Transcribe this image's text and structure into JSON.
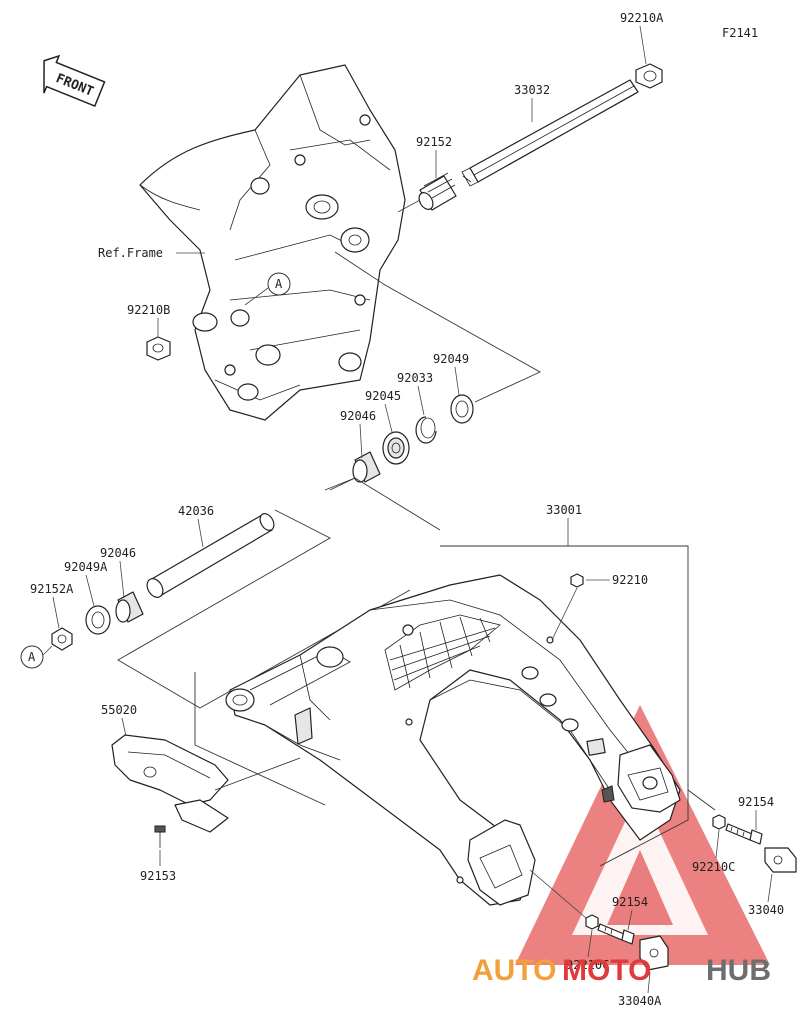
{
  "figure_code": "F2141",
  "front_label": "FRONT",
  "ref_frame_label": "Ref.Frame",
  "circle_ref": "A",
  "watermark": {
    "text_auto": "AUTO",
    "text_moto": "MOTO",
    "text_hub": "HUB",
    "color_red": "#e03a3a",
    "color_orange": "#f2a03a",
    "color_gray": "#6e6e6e"
  },
  "parts": {
    "p92210A": "92210A",
    "p33032": "33032",
    "p92152": "92152",
    "p92210B": "92210B",
    "p92049": "92049",
    "p92033": "92033",
    "p92045": "92045",
    "p92046": "92046",
    "p42036": "42036",
    "p33001": "33001",
    "p92049A": "92049A",
    "p92046b": "92046",
    "p92152A": "92152A",
    "p92210": "92210",
    "p55020": "55020",
    "p92153": "92153",
    "p92154a": "92154",
    "p92210Ca": "92210C",
    "p33040": "33040",
    "p92154b": "92154",
    "p92210Cb": "92210C",
    "p33040A": "33040A"
  }
}
